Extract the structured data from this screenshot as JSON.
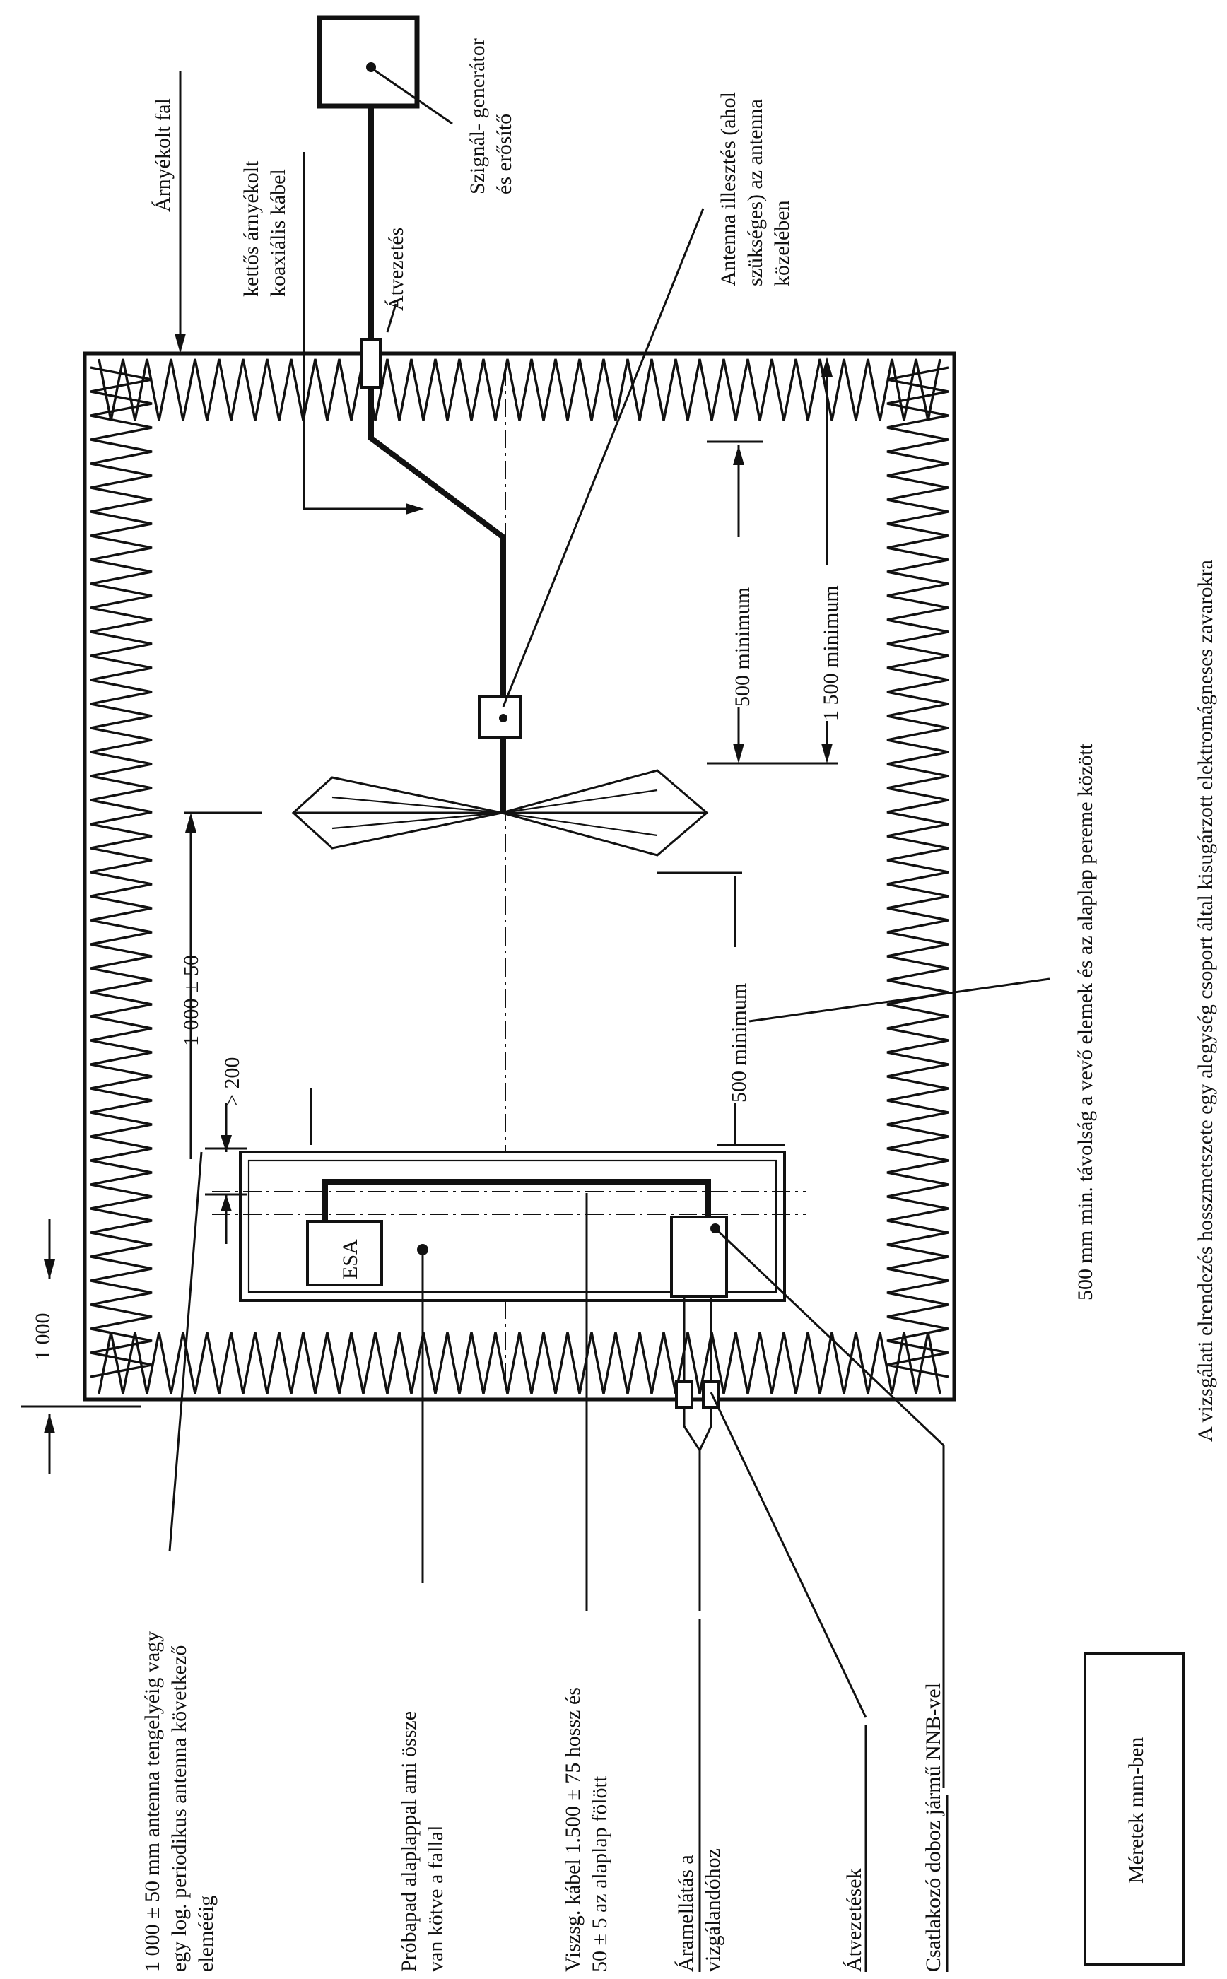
{
  "labels": {
    "shielded_wall": "Árnyékolt fal",
    "double_shielded_cable": "kettős árnyékolt\nkoaxiális kábel",
    "feedthrough_top": "Átvezetés",
    "signal_generator": "Szignál- generátor\nés erősítő",
    "antenna_matching": "Antenna illesztés (ahol\nszükséges) az antenna\nközelében",
    "dim_500_right": "500 minimum",
    "dim_1500": "1 500 minimum",
    "dim_500_mid": "500 minimum",
    "dim_1000_50": "1 000 ± 50",
    "dim_200": "> 200",
    "dim_1000": "1 000",
    "esa": "ESA",
    "note_500": "500 mm min. távolság a vevő elemek és az alaplap pereme között",
    "title": "A vizsgálati elrendezés hosszmetszete egy alegység csoport által kisugárzott elektromágneses zavarokra",
    "antenna_axis": "1 000 ± 50 mm antenna tengelyéig vagy\negy log. periodikus antenna következő\nelemééig",
    "test_bench": "Próbapad alaplappal ami össze\nvan kötve a fallal",
    "test_cable": "Viszsg. kábel 1.500 ± 75 hossz és\n50 ± 5 az alaplap fölött",
    "power_supply": "Áramellátás a\nvizgálandóhoz",
    "feedthroughs": "Átvezetések",
    "connector_box": "Csatlakozó doboz jármű NNB-vel",
    "dimensions_unit": "Méretek mm-ben"
  }
}
